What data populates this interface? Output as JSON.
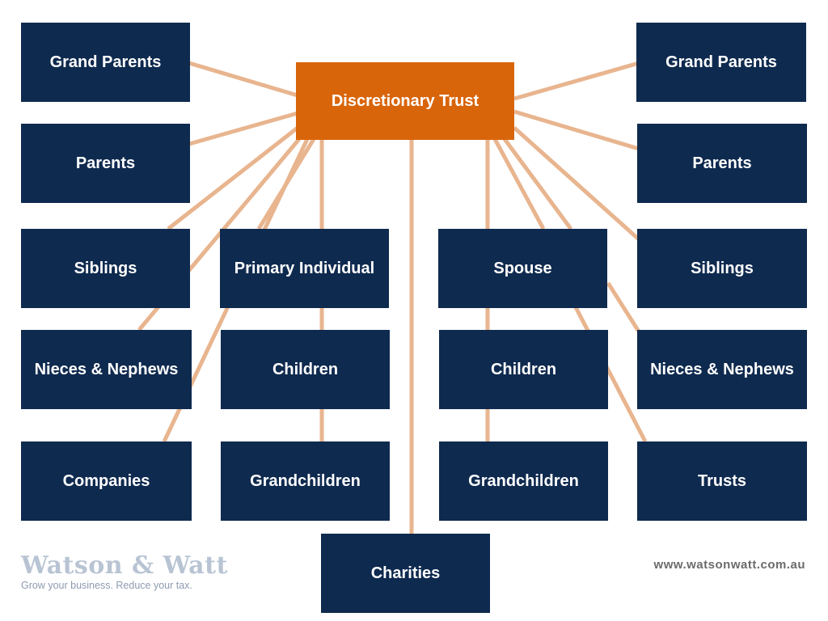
{
  "root": {
    "label": "Discretionary Trust"
  },
  "nodes": {
    "grandparents_left": "Grand Parents",
    "parents_left": "Parents",
    "siblings_left": "Siblings",
    "nieces_left": "Nieces & Nephews",
    "companies": "Companies",
    "primary": "Primary Individual",
    "children_left": "Children",
    "grandchildren_left": "Grandchildren",
    "spouse": "Spouse",
    "children_right": "Children",
    "grandchildren_right": "Grandchildren",
    "grandparents_right": "Grand Parents",
    "parents_right": "Parents",
    "siblings_right": "Siblings",
    "nieces_right": "Nieces & Nephews",
    "trusts": "Trusts",
    "charities": "Charities"
  },
  "footer": {
    "brand": "Watson & Watt",
    "tagline": "Grow your business. Reduce your tax.",
    "website": "www.watsonwatt.com.au"
  },
  "colors": {
    "node_fill": "#0f2a4f",
    "root_fill": "#d9650b",
    "connector": "#e8b58f"
  }
}
